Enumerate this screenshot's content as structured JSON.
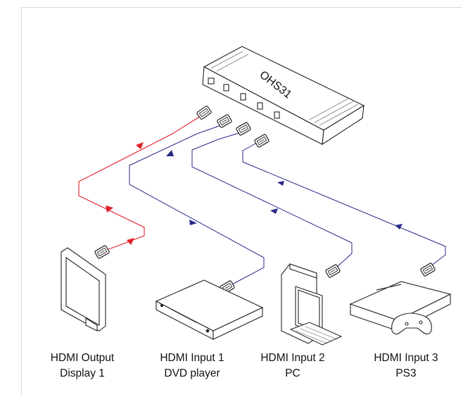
{
  "device": {
    "name": "OHS31"
  },
  "devices": [
    {
      "id": "display",
      "title": "HDMI Output",
      "subtitle": "Display 1"
    },
    {
      "id": "dvd",
      "title": "HDMI Input 1",
      "subtitle": "DVD player"
    },
    {
      "id": "pc",
      "title": "HDMI Input 2",
      "subtitle": "PC"
    },
    {
      "id": "ps3",
      "title": "HDMI Input 3",
      "subtitle": "PS3"
    }
  ],
  "colors": {
    "output_cable": "#e0202a",
    "input_cable": "#2a2a8a",
    "line_art": "#222222"
  },
  "icons": [
    "hdmi-switch-box-icon",
    "monitor-icon",
    "dvd-player-icon",
    "pc-tower-icon",
    "ps3-console-icon",
    "gamepad-icon",
    "keyboard-icon",
    "hdmi-plug-icon",
    "arrow-icon"
  ]
}
